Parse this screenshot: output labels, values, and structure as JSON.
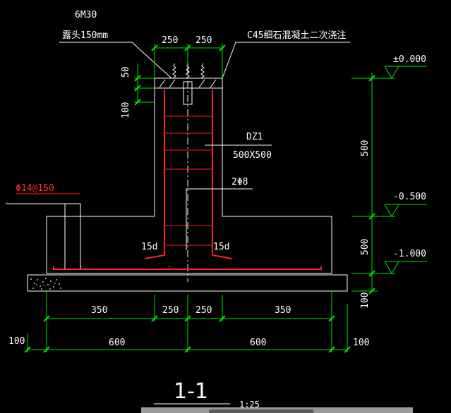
{
  "drawing": {
    "section_title": "1-1",
    "scale": "1:25",
    "bolt_label": "6M30",
    "bolt_note": "露头150mm",
    "grout_note": "C45细石混凝土二次浇注",
    "column_id": "DZ1",
    "column_size": "500X500",
    "stirrup": "2Φ8",
    "bottom_rebar": "Φ14@150",
    "anchorage_left": "15d",
    "anchorage_right": "15d"
  },
  "dimensions": {
    "top_left": "250",
    "top_right": "250",
    "v_50": "50",
    "v_100_top": "100",
    "row1": [
      "350",
      "250",
      "250",
      "350"
    ],
    "row2": [
      "600",
      "600"
    ],
    "left_100": "100",
    "right_100": "100",
    "right_v_500_upper": "500",
    "right_v_500_lower": "500",
    "right_v_100": "100"
  },
  "elevations": {
    "top": "±0.000",
    "mid": "-0.500",
    "bottom": "-1.000"
  },
  "colors": {
    "background": "#000000",
    "outline": "#ffffff",
    "dimension": "#00e000",
    "rebar": "#ff2020"
  }
}
